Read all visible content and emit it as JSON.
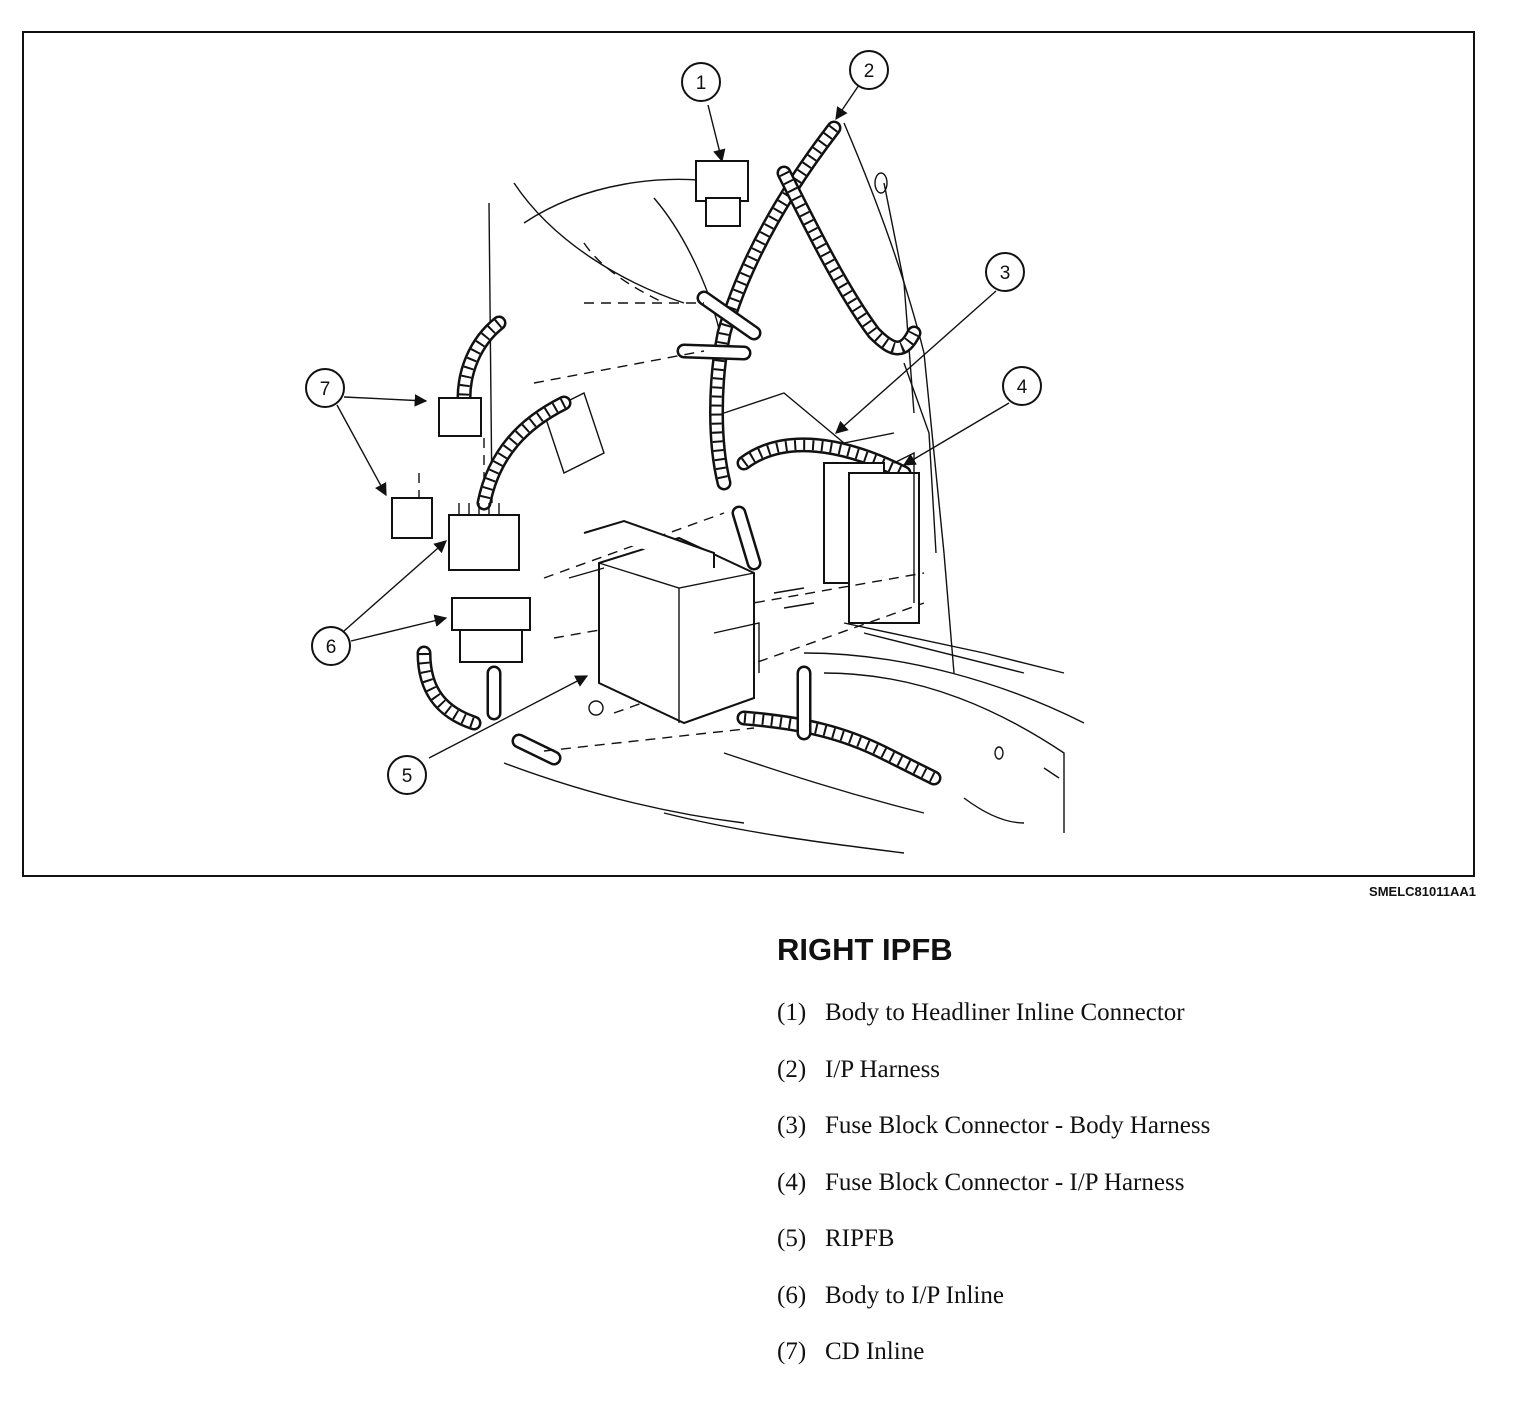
{
  "figure": {
    "code": "SMELC81011AA1",
    "callouts": [
      "1",
      "2",
      "3",
      "4",
      "5",
      "6",
      "7"
    ]
  },
  "legend": {
    "title": "RIGHT IPFB",
    "items": [
      {
        "num": "(1)",
        "label": "Body to Headliner Inline Connector"
      },
      {
        "num": "(2)",
        "label": "I/P Harness"
      },
      {
        "num": "(3)",
        "label": "Fuse Block Connector - Body Harness"
      },
      {
        "num": "(4)",
        "label": "Fuse Block Connector - I/P Harness"
      },
      {
        "num": "(5)",
        "label": "RIPFB"
      },
      {
        "num": "(6)",
        "label": "Body to I/P Inline"
      },
      {
        "num": "(7)",
        "label": "CD Inline"
      }
    ]
  }
}
